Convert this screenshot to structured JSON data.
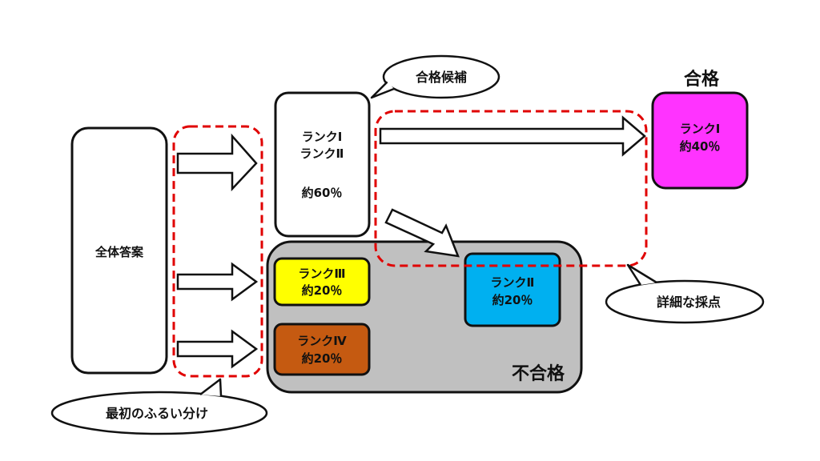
{
  "colors": {
    "pass": "#ff33ff",
    "fail_area": "#c0c0c0",
    "rank3": "#ffff00",
    "rank4": "#c55a11",
    "rank2": "#00b0f0",
    "dashed": "#e00000"
  },
  "nodes": {
    "all_answers": "全体答案",
    "candidate": {
      "line1": "ランクⅠ",
      "line2": "ランクⅡ",
      "line3": "約60％"
    },
    "pass_box": {
      "rank": "ランクⅠ",
      "pct": "約40％"
    },
    "rank3": {
      "rank": "ランクⅢ",
      "pct": "約20％"
    },
    "rank4": {
      "rank": "ランクⅣ",
      "pct": "約20％"
    },
    "rank2": {
      "rank": "ランクⅡ",
      "pct": "約20％"
    }
  },
  "labels": {
    "pass": "合格",
    "fail": "不合格"
  },
  "callouts": {
    "candidate": "合格候補",
    "detailed": "詳細な採点",
    "first_screening": "最初のふるい分け"
  }
}
